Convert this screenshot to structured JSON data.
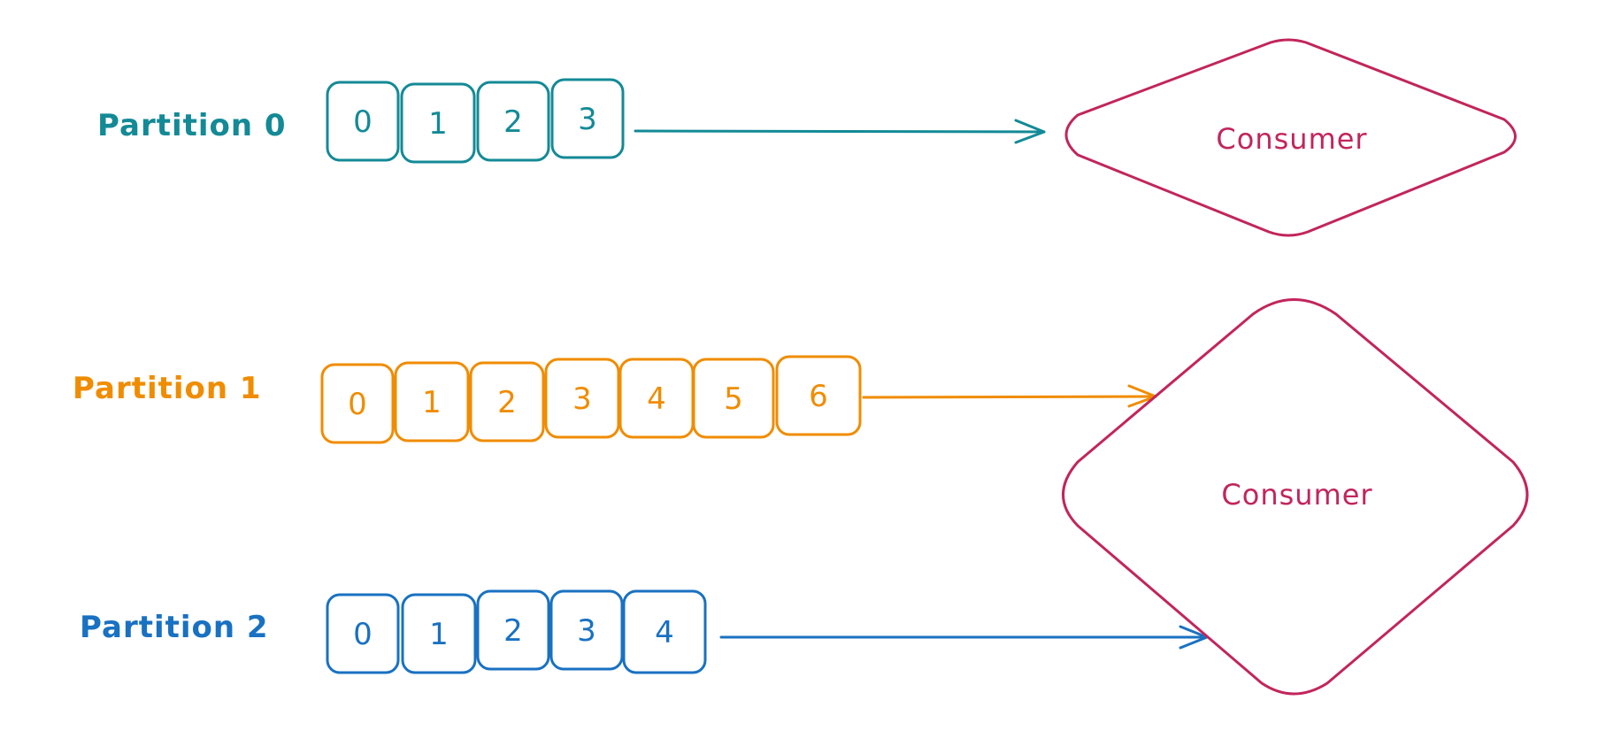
{
  "colors": {
    "partition_0": "#138a96",
    "partition_1": "#f08c00",
    "partition_2": "#1971c2",
    "consumer": "#c2255c",
    "background": "#ffffff"
  },
  "partitions": [
    {
      "label": "Partition 0",
      "offsets": [
        "0",
        "1",
        "2",
        "3"
      ]
    },
    {
      "label": "Partition 1",
      "offsets": [
        "0",
        "1",
        "2",
        "3",
        "4",
        "5",
        "6"
      ]
    },
    {
      "label": "Partition 2",
      "offsets": [
        "0",
        "1",
        "2",
        "3",
        "4"
      ]
    }
  ],
  "consumers": [
    {
      "label": "Consumer"
    },
    {
      "label": "Consumer"
    }
  ]
}
